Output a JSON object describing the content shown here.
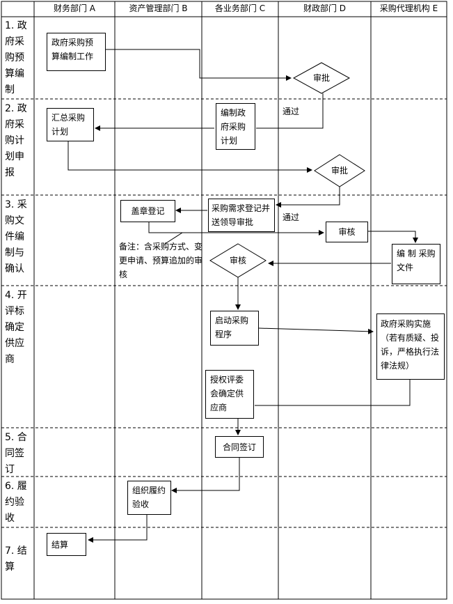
{
  "lanes": [
    {
      "id": "A",
      "label": "财务部门 A"
    },
    {
      "id": "B",
      "label": "资产管理部门 B"
    },
    {
      "id": "C",
      "label": "各业务部门 C"
    },
    {
      "id": "D",
      "label": "财政部门 D"
    },
    {
      "id": "E",
      "label": "采购代理机构 E"
    }
  ],
  "phases": [
    {
      "label": "1. 政府采购预算编制"
    },
    {
      "label": "2. 政府采购计划申报"
    },
    {
      "label": "3. 采购文件编制与确认"
    },
    {
      "label": "4. 开评标确定供应商"
    },
    {
      "label": "5. 合同签订"
    },
    {
      "label": "6. 履约验收"
    },
    {
      "label": "7. 结算"
    }
  ],
  "boxes": {
    "budget": "政府采购预算编制工作",
    "summary_plan": "汇总采购计划",
    "compile_plan": "编制政府采购计划",
    "demand_register": "采购需求登记并送领导审批",
    "seal_register": "盖章登记",
    "review_d": "审核",
    "compile_docs": "编 制 采购文件",
    "start_procurement": "启动采购程序",
    "implement": "政府采购实施（若有质疑、投诉，严格执行法律法规）",
    "authorize": "授权评委会确定供应商",
    "contract": "合同签订",
    "acceptance": "组织履约验收",
    "settlement": "结算"
  },
  "decisions": {
    "approve1": "审批",
    "approve2": "审批",
    "review_c": "审核"
  },
  "labels": {
    "pass1": "通过",
    "pass2": "通过",
    "note": "备注：含采购方式、变更申请、预算追加的审核"
  }
}
